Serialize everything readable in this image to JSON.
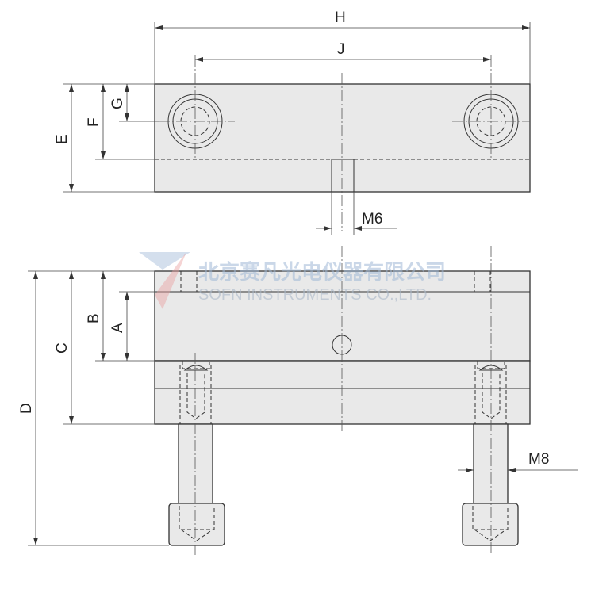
{
  "dimensions": {
    "H": "H",
    "J": "J",
    "E": "E",
    "F": "F",
    "G": "G",
    "M6": "M6",
    "D": "D",
    "C": "C",
    "B": "B",
    "A": "A",
    "M8": "M8"
  },
  "watermark": {
    "cn": "北京赛凡光电仪器有限公司",
    "en": "SOFN INSTRUMENTS CO.,LTD."
  }
}
